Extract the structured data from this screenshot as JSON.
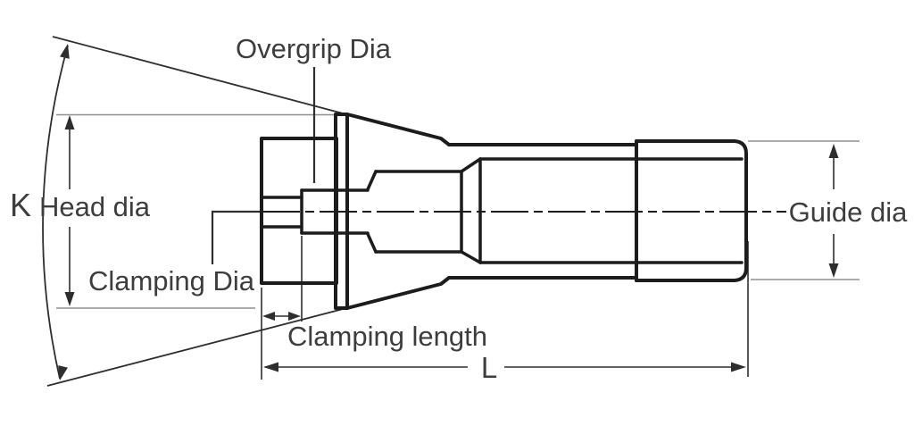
{
  "drawing": {
    "type": "collet-dimension-diagram",
    "labels": {
      "overgrip_dia": "Overgrip Dia",
      "angle_k": "K",
      "head_dia": "Head dia",
      "clamping_dia": "Clamping Dia",
      "clamping_length": "Clamping length",
      "overall_length": "L",
      "guide_dia": "Guide dia"
    }
  },
  "colors": {
    "background": "#ffffff",
    "outline": "#1c1c1c",
    "dimension": "#2e2e2e",
    "extension": "#8f8f8f",
    "label": "#3d3d3d"
  }
}
